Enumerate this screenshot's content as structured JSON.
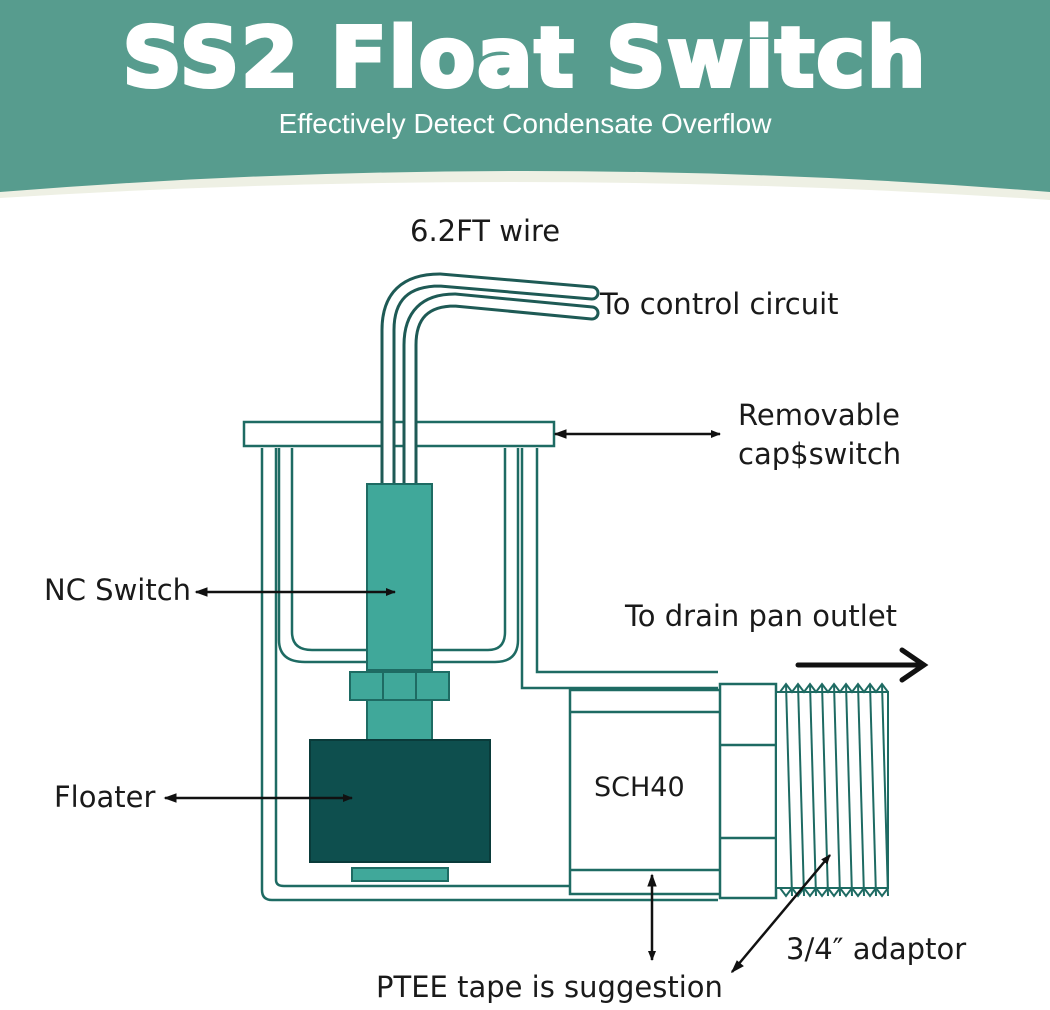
{
  "header": {
    "title": "SS2 Float Switch",
    "subtitle": "Effectively Detect Condensate Overflow"
  },
  "colors": {
    "banner": "#579c8e",
    "teal": "#40a89a",
    "dark_teal": "#0e4f4e",
    "outline": "#1e6b63",
    "wave": "#eef0e4"
  },
  "labels": {
    "wire": "6.2FT wire",
    "control": "To control circuit",
    "removable_line1": "Removable",
    "removable_line2": "cap$switch",
    "nc_switch": "NC Switch",
    "drain": "To drain pan outlet",
    "floater": "Floater",
    "sch40": "SCH40",
    "adaptor": "3/4″ adaptor",
    "ptee": "PTEE tape is suggestion"
  }
}
